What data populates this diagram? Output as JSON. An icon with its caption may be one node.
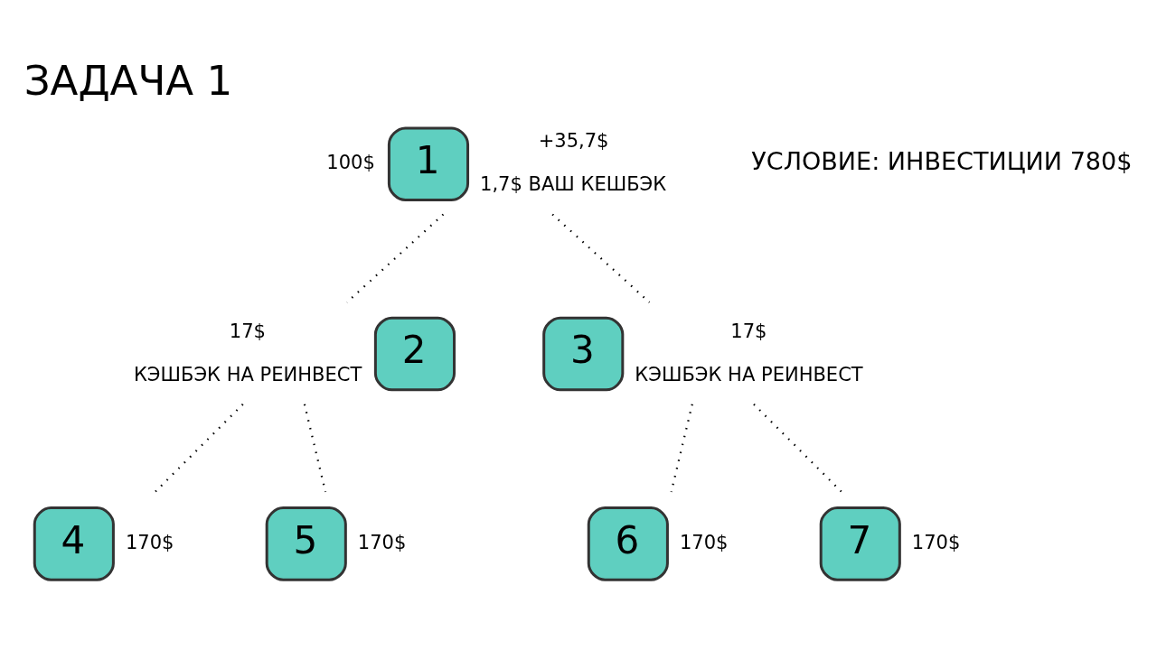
{
  "diagram": {
    "title": "ЗАДАЧА 1",
    "nodes": [
      {
        "text": [
          "1"
        ],
        "beside": [
          "100$",
          "+35,7$",
          "1,7$ ВАШ КЕШБЭК"
        ]
      },
      {
        "text": [
          "2"
        ],
        "beside": [
          "17$",
          "КЭШБЭК НА РЕИНВЕСТ"
        ]
      },
      {
        "text": [
          "3"
        ],
        "beside": [
          "17$",
          "КЭШБЭК НА РЕИНВЕСТ"
        ]
      },
      {
        "text": [
          "4"
        ],
        "beside": [
          "170$"
        ]
      },
      {
        "text": [
          "5"
        ],
        "beside": [
          "170$"
        ]
      },
      {
        "text": [
          "6"
        ],
        "beside": [
          "170$"
        ]
      },
      {
        "text": [
          "7"
        ],
        "beside": [
          "170$"
        ]
      }
    ],
    "edges": [
      {
        "from": 0,
        "to": 1,
        "arrow": "none",
        "style": "dashed"
      },
      {
        "from": 0,
        "to": 2,
        "arrow": "none",
        "style": "dashed"
      },
      {
        "from": 1,
        "to": 3,
        "arrow": "none",
        "style": "dashed"
      },
      {
        "from": 1,
        "to": 4,
        "arrow": "none",
        "style": "dashed"
      },
      {
        "from": 2,
        "to": 5,
        "arrow": "none",
        "style": "dashed"
      },
      {
        "from": 2,
        "to": 6,
        "arrow": "none",
        "style": "dashed"
      }
    ],
    "labels": [
      "УСЛОВИЕ: ИНВЕСТИЦИИ 780$"
    ]
  }
}
